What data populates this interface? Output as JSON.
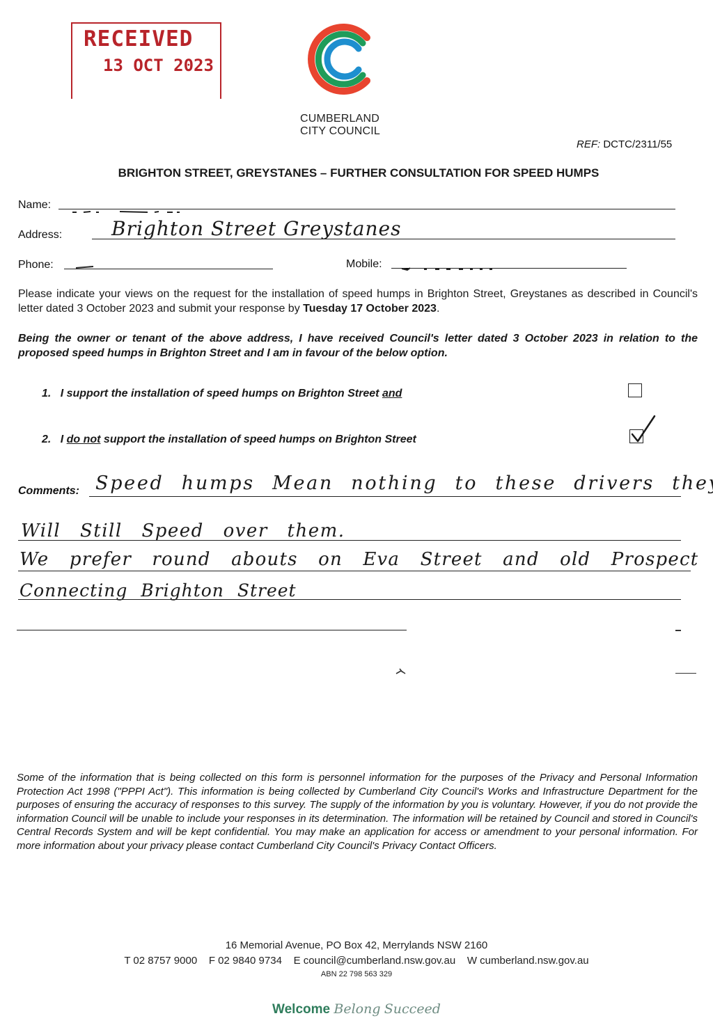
{
  "stamp": {
    "title": "RECEIVED",
    "date": "13 OCT 2023",
    "color": "#b8242a"
  },
  "logo": {
    "name_line1": "CUMBERLAND",
    "name_line2": "CITY COUNCIL",
    "colors": {
      "outer": "#e8442f",
      "middle": "#1f9c5a",
      "inner": "#1e8fcf"
    }
  },
  "ref": {
    "label": "REF:",
    "value": "DCTC/2311/55"
  },
  "title": "BRIGHTON STREET, GREYSTANES – FURTHER CONSULTATION FOR SPEED HUMPS",
  "form": {
    "name_label": "Name:",
    "address_label": "Address:",
    "address_value": "Brighton Street Greystanes",
    "phone_label": "Phone:",
    "mobile_label": "Mobile:"
  },
  "instructions": {
    "text": "Please indicate your views on the request for the installation of speed humps in Brighton Street, Greystanes as described in Council's letter dated 3 October 2023 and submit your response by",
    "deadline": "Tuesday 17 October 2023",
    "end": "."
  },
  "declaration": "Being the owner or tenant of the above address, I have received Council's letter dated 3 October 2023 in relation to the proposed speed humps in Brighton Street and I am in favour of the below option.",
  "options": [
    {
      "number": "1.",
      "text_before": "I support the installation of speed humps on Brighton Street",
      "text_emph": "and",
      "checked": false
    },
    {
      "number": "2.",
      "text_pre": "I",
      "text_emph": "do not",
      "text_after": "support the installation of speed humps on Brighton Street",
      "checked": true
    }
  ],
  "comments": {
    "label": "Comments:",
    "lines": [
      "Speed humps Mean nothing to these drivers they",
      "Will Still Speed over them.",
      "We prefer round abouts on Eva Street and old Prospect Rd",
      "Connecting Brighton Street"
    ]
  },
  "privacy": "Some of the information that is being collected on this form is personnel information for the purposes of the Privacy and Personal Information Protection Act 1998 (\"PPPI Act\"). This information is being collected by Cumberland City Council's Works and Infrastructure Department for the purposes of ensuring the accuracy of responses to this survey. The supply of the information by you is voluntary. However, if you do not provide the information Council will be unable to include your responses in its determination. The information will be retained by Council and stored in Council's Central Records System and will be kept confidential. You may make an application for access or amendment to your personal information. For more information about your privacy please contact Cumberland City Council's Privacy Contact Officers.",
  "footer": {
    "address": "16 Memorial Avenue, PO Box 42, Merrylands NSW 2160",
    "contacts": "T 02 8757 9000    F 02 9840 9734    E council@cumberland.nsw.gov.au    W cumberland.nsw.gov.au",
    "abn": "ABN 22 798 563 329",
    "tagline_welcome": "Welcome",
    "tagline_belong": "Belong",
    "tagline_succeed": "Succeed"
  }
}
